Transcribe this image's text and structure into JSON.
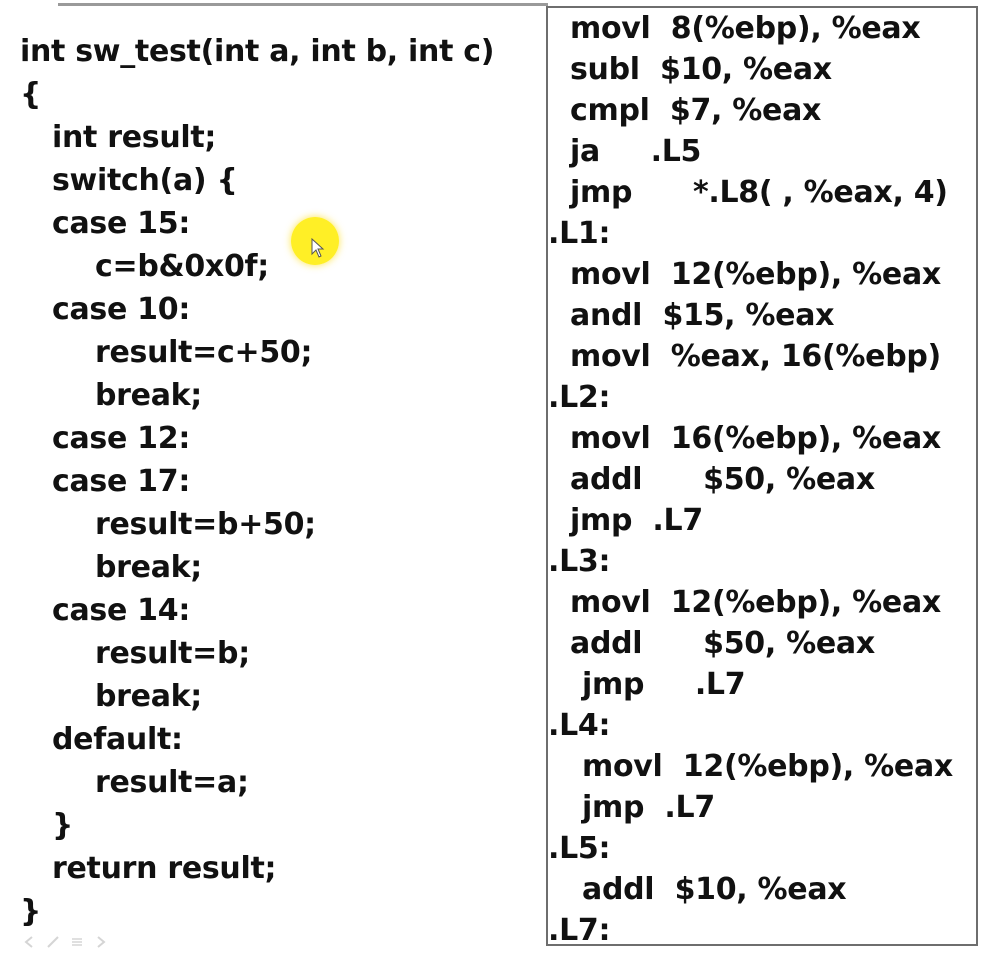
{
  "c_code": {
    "lines": [
      {
        "text": "int sw_test(int a, int b, int c)",
        "indent": 0
      },
      {
        "text": "{",
        "indent": 0
      },
      {
        "text": "int result;",
        "indent": 1
      },
      {
        "text": "switch(a) {",
        "indent": 1
      },
      {
        "text": "case 15:",
        "indent": 1
      },
      {
        "text": "c=b&0x0f;",
        "indent": 2
      },
      {
        "text": "case 10:",
        "indent": 1
      },
      {
        "text": "result=c+50;",
        "indent": 2
      },
      {
        "text": "break;",
        "indent": 2
      },
      {
        "text": "case 12:",
        "indent": 1
      },
      {
        "text": "case 17:",
        "indent": 1
      },
      {
        "text": "result=b+50;",
        "indent": 2
      },
      {
        "text": "break;",
        "indent": 2
      },
      {
        "text": "case 14:",
        "indent": 1
      },
      {
        "text": "result=b;",
        "indent": 2
      },
      {
        "text": "break;",
        "indent": 2
      },
      {
        "text": "default:",
        "indent": 1
      },
      {
        "text": "result=a;",
        "indent": 2
      },
      {
        "text": "}",
        "indent": 1
      },
      {
        "text": "return result;",
        "indent": 1
      },
      {
        "text": "}",
        "indent": 0
      }
    ]
  },
  "asm_code": {
    "lines": [
      {
        "text": "movl  8(%ebp), %eax",
        "kind": "instr"
      },
      {
        "text": "subl  $10, %eax",
        "kind": "instr"
      },
      {
        "text": "cmpl  $7, %eax",
        "kind": "instr"
      },
      {
        "text": "ja     .L5",
        "kind": "instr"
      },
      {
        "text": "jmp      *.L8( , %eax, 4)",
        "kind": "instr"
      },
      {
        "text": ".L1:",
        "kind": "label"
      },
      {
        "text": "movl  12(%ebp), %eax",
        "kind": "instr"
      },
      {
        "text": "andl  $15, %eax",
        "kind": "instr"
      },
      {
        "text": "movl  %eax, 16(%ebp)",
        "kind": "instr"
      },
      {
        "text": ".L2:",
        "kind": "label"
      },
      {
        "text": "movl  16(%ebp), %eax",
        "kind": "instr"
      },
      {
        "text": "addl      $50, %eax",
        "kind": "instr"
      },
      {
        "text": "jmp  .L7",
        "kind": "instr"
      },
      {
        "text": ".L3:",
        "kind": "label"
      },
      {
        "text": "movl  12(%ebp), %eax",
        "kind": "instr"
      },
      {
        "text": "addl      $50, %eax",
        "kind": "instr"
      },
      {
        "text": "jmp     .L7",
        "kind": "instr-deep"
      },
      {
        "text": ".L4:",
        "kind": "label"
      },
      {
        "text": "movl  12(%ebp), %eax",
        "kind": "instr-deep"
      },
      {
        "text": "jmp  .L7",
        "kind": "instr-deep"
      },
      {
        "text": ".L5:",
        "kind": "label"
      },
      {
        "text": "addl  $10, %eax",
        "kind": "instr-deep"
      },
      {
        "text": ".L7:",
        "kind": "label"
      }
    ]
  },
  "colors": {
    "text": "#111111",
    "panel_border": "#6e6e6e",
    "highlight": "#ffec00"
  }
}
